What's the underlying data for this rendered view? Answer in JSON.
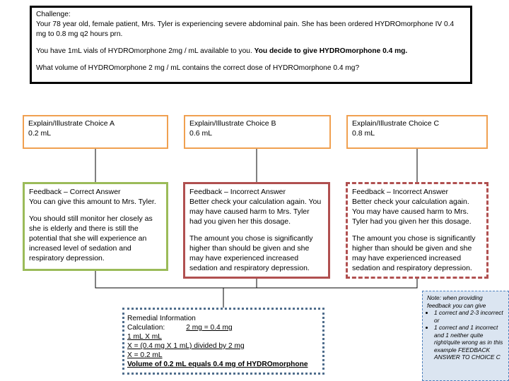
{
  "challenge": {
    "line1": "Challenge:",
    "line2": "Your 78 year old, female patient, Mrs. Tyler is experiencing severe abdominal pain. She has been ordered HYDROmorphone IV 0.4 mg to 0.8 mg q2 hours prn.",
    "line3_a": "You have 1mL vials of HYDROmorphone 2mg / mL available to you. ",
    "line3_b": "You decide to give HYDROmorphone 0.4 mg.",
    "line4": "What volume of HYDROmorphone 2 mg / mL contains the correct dose of HYDROmorphone 0.4 mg?"
  },
  "choices": [
    {
      "title": "Explain/Illustrate Choice A",
      "value": "0.2 mL"
    },
    {
      "title": "Explain/Illustrate Choice B",
      "value": "0.6 mL"
    },
    {
      "title": "Explain/Illustrate Choice C",
      "value": "0.8 mL"
    }
  ],
  "feedback": [
    {
      "title": "Feedback – Correct Answer",
      "p1": "You can give this amount to Mrs. Tyler.",
      "p2": "You should still monitor her closely as she is elderly and there is still the potential that she will experience an increased level of sedation and respiratory depression."
    },
    {
      "title": "Feedback – Incorrect Answer",
      "p1": "Better check your calculation again. You may have caused harm to Mrs. Tyler had you given her this dosage.",
      "p2": "The amount you chose is significantly higher than should be given and she may have experienced increased sedation and respiratory depression."
    },
    {
      "title": "Feedback – Incorrect Answer",
      "p1": "Better check your calculation again. You may have caused harm to Mrs. Tyler had you given her this dosage.",
      "p2": "The amount you chose is significantly higher than should be given and she may have experienced increased sedation and respiratory depression."
    }
  ],
  "remedial": {
    "title": "Remedial Information",
    "calc_label": "Calculation:",
    "calc_num": "2 mg  =  0.4 mg",
    "calc_den": "1 mL       X  mL",
    "step1": "X = (0.4 mg X 1 mL) divided by 2 mg",
    "step2": "X = 0.2 mL",
    "result": "Volume of 0.2 mL equals 0.4 mg of HYDROmorphone"
  },
  "note": {
    "intro": "Note: when providing feedback you can give",
    "bullet1": "1 correct and 2-3 incorrect or",
    "bullet2": "1 correct and 1 incorrect and 1 neither quite right/quite wrong as in this example FEEDBACK ANSWER TO CHOICE C"
  }
}
